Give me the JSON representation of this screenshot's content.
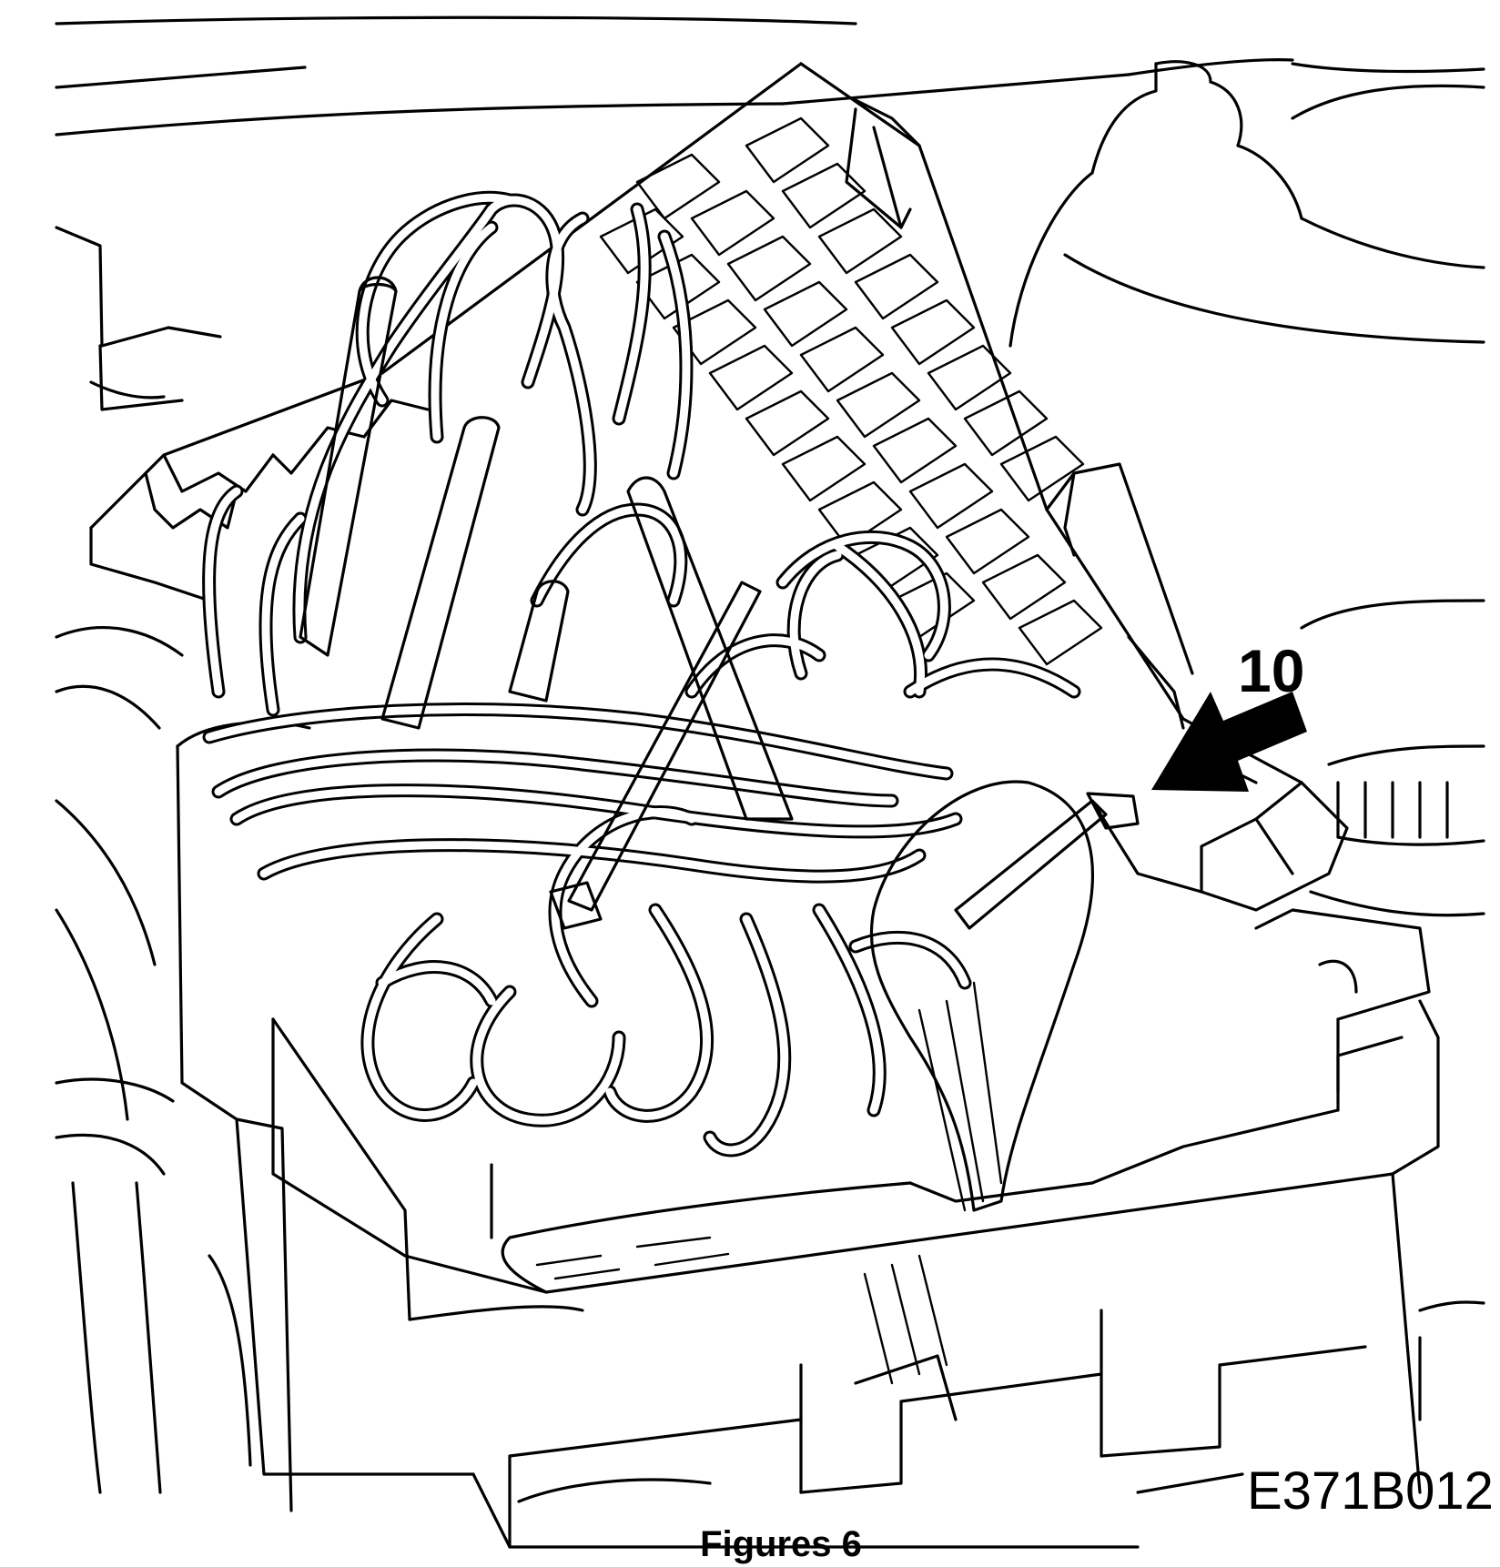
{
  "figure": {
    "callout_number": "10",
    "image_code": "E371B012",
    "caption": "Figures 6"
  }
}
